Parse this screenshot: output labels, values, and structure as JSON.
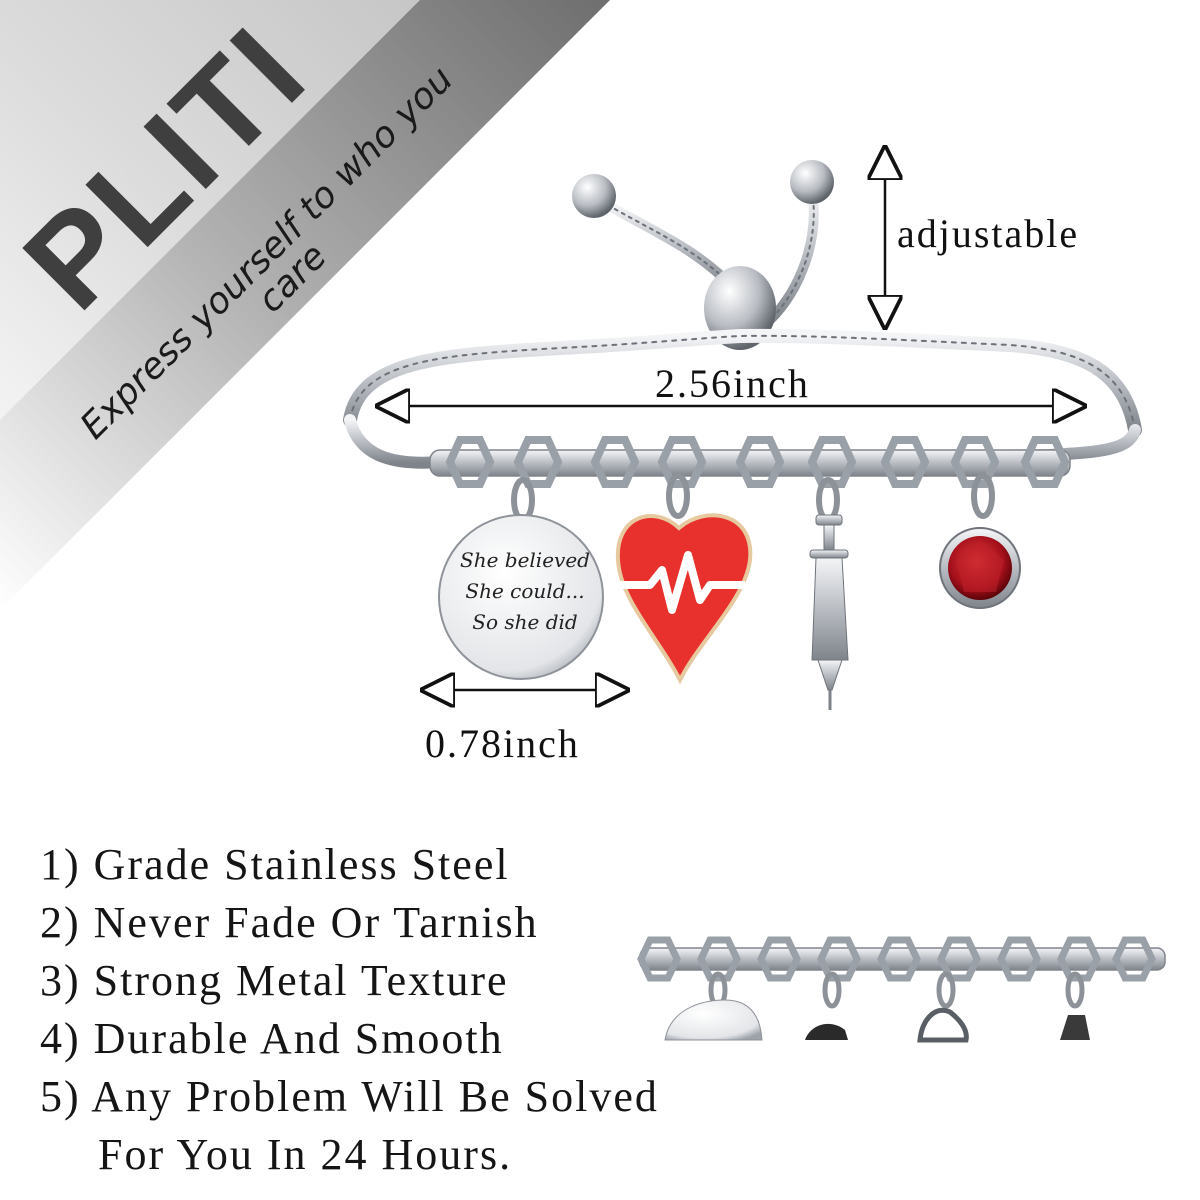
{
  "brand": {
    "name": "PLITI",
    "tagline": "Express yourself to who you care"
  },
  "dimensions": {
    "adjustable_label": "adjustable",
    "width_label": "2.56inch",
    "charm_label": "0.78inch"
  },
  "charm_engraving": {
    "line1": "She believed",
    "line2": "She could...",
    "line3": "So she did"
  },
  "features": [
    "1) Grade Stainless Steel",
    "2) Never Fade Or Tarnish",
    "3) Strong Metal Texture",
    "4) Durable And Smooth",
    "5) Any Problem Will Be Solved",
    "For You In 24 Hours."
  ],
  "colors": {
    "heart_red": "#e8302c",
    "gem_red": "#a5101b",
    "metal": "#c9ccd1",
    "banner_gray": "#9a9a9a"
  }
}
